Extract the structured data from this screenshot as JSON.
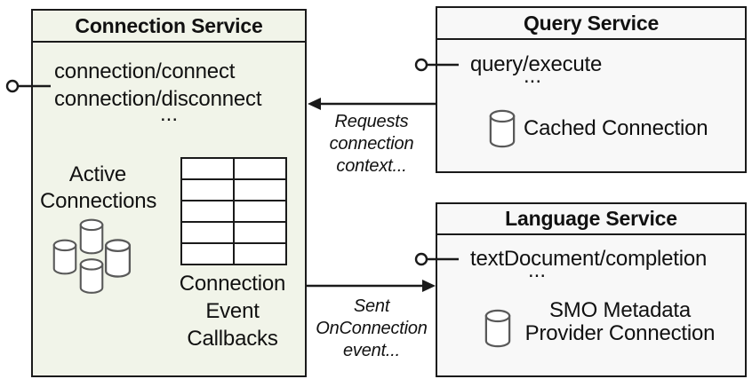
{
  "colors": {
    "connection_box_fill": "#f1f4e9",
    "service_box_fill": "#f8f8f8",
    "border": "#1a1a1a",
    "db_icon_stroke": "#595959",
    "text": "#111111"
  },
  "connection_service": {
    "title": "Connection Service",
    "methods": [
      "connection/connect",
      "connection/disconnect"
    ],
    "ellipsis": "...",
    "active_connections": [
      "Active",
      "Connections"
    ],
    "callbacks": [
      "Connection",
      "Event",
      "Callbacks"
    ]
  },
  "query_service": {
    "title": "Query Service",
    "methods": [
      "query/execute"
    ],
    "ellipsis": "...",
    "connection_label": "Cached Connection"
  },
  "language_service": {
    "title": "Language Service",
    "methods": [
      "textDocument/completion"
    ],
    "ellipsis": "...",
    "connection_label": [
      "SMO Metadata",
      "Provider Connection"
    ]
  },
  "arrows": {
    "query_to_connection": {
      "lines": [
        "Requests",
        "connection",
        "context..."
      ]
    },
    "connection_to_language": {
      "lines": [
        "Sent",
        "OnConnection",
        "event..."
      ]
    }
  }
}
